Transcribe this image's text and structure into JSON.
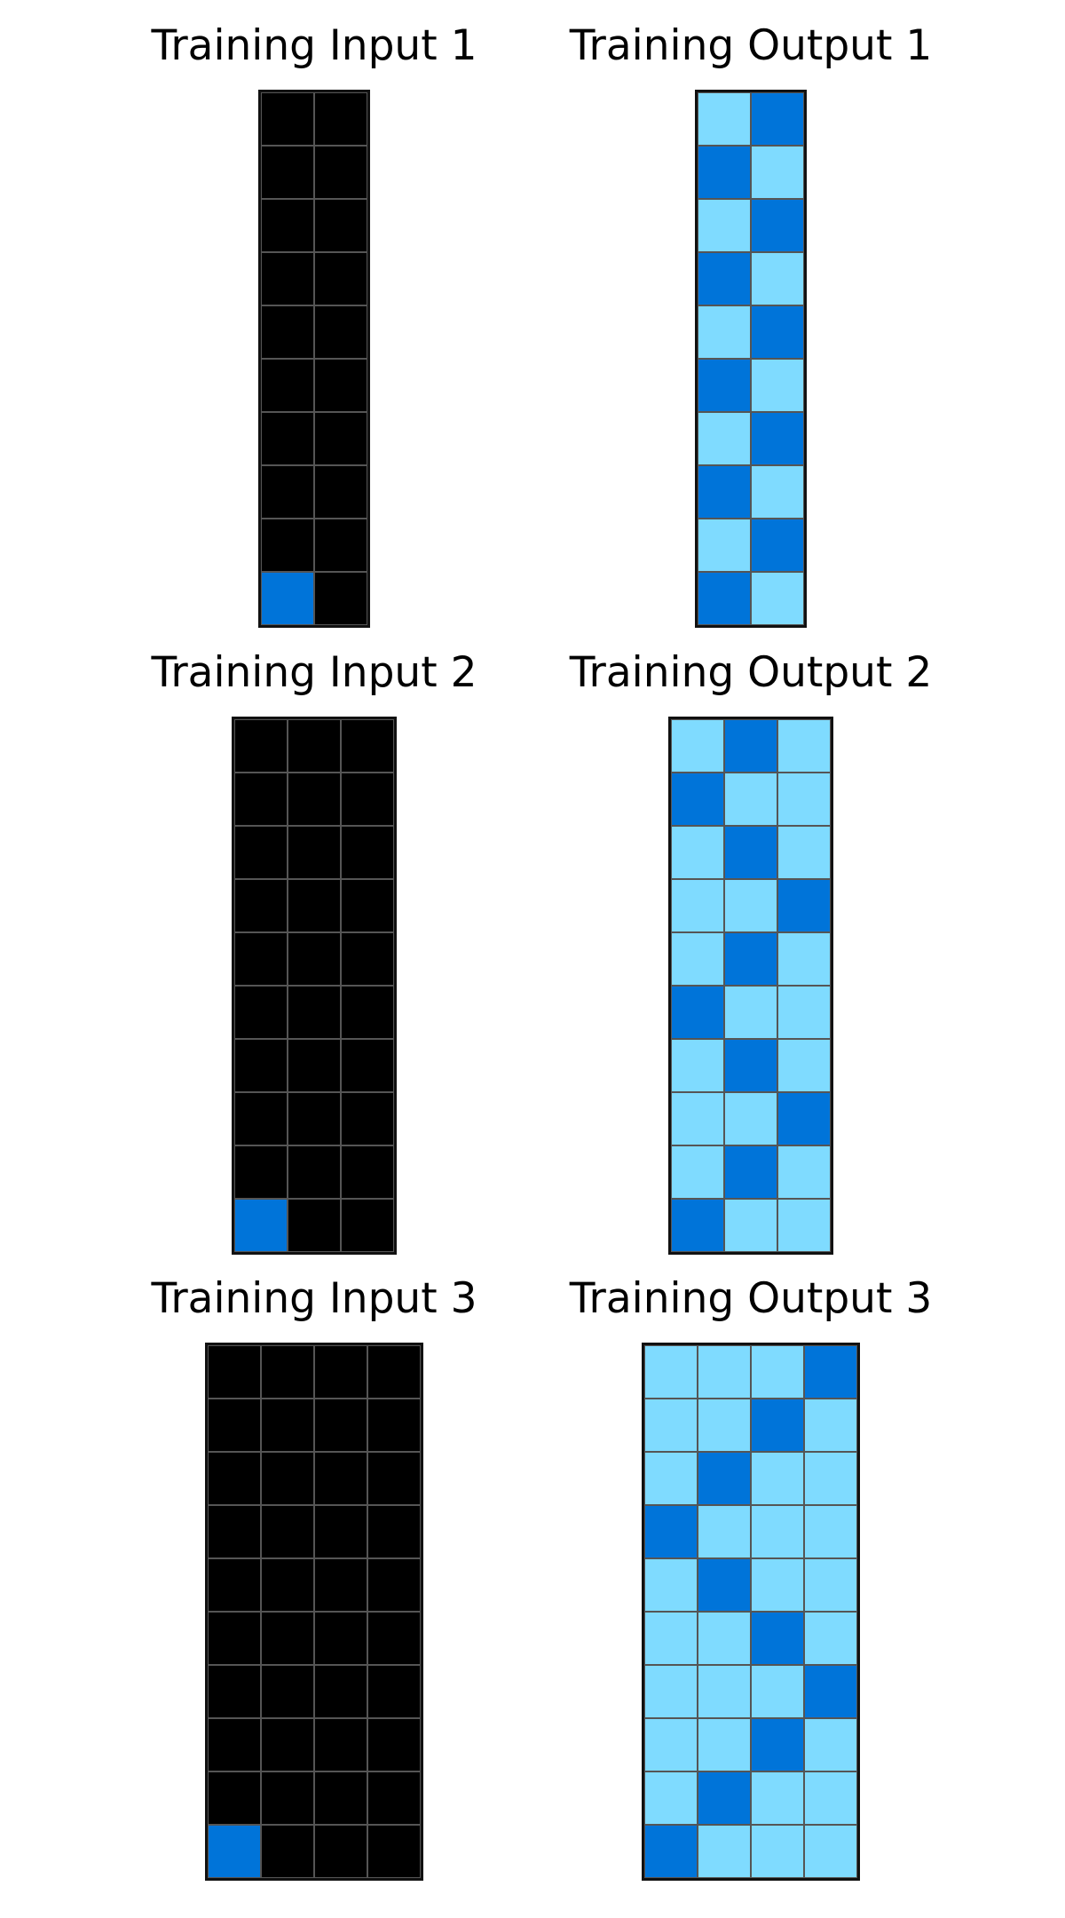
{
  "colors": {
    "0": "#000000",
    "1": "#0074D9",
    "8": "#7FDBFF"
  },
  "panels": [
    {
      "title": "Training Input 1",
      "grid": [
        [
          0,
          0
        ],
        [
          0,
          0
        ],
        [
          0,
          0
        ],
        [
          0,
          0
        ],
        [
          0,
          0
        ],
        [
          0,
          0
        ],
        [
          0,
          0
        ],
        [
          0,
          0
        ],
        [
          0,
          0
        ],
        [
          1,
          0
        ]
      ]
    },
    {
      "title": "Training Output 1",
      "grid": [
        [
          8,
          1
        ],
        [
          1,
          8
        ],
        [
          8,
          1
        ],
        [
          1,
          8
        ],
        [
          8,
          1
        ],
        [
          1,
          8
        ],
        [
          8,
          1
        ],
        [
          1,
          8
        ],
        [
          8,
          1
        ],
        [
          1,
          8
        ]
      ]
    },
    {
      "title": "Training Input 2",
      "grid": [
        [
          0,
          0,
          0
        ],
        [
          0,
          0,
          0
        ],
        [
          0,
          0,
          0
        ],
        [
          0,
          0,
          0
        ],
        [
          0,
          0,
          0
        ],
        [
          0,
          0,
          0
        ],
        [
          0,
          0,
          0
        ],
        [
          0,
          0,
          0
        ],
        [
          0,
          0,
          0
        ],
        [
          1,
          0,
          0
        ]
      ]
    },
    {
      "title": "Training Output 2",
      "grid": [
        [
          8,
          1,
          8
        ],
        [
          1,
          8,
          8
        ],
        [
          8,
          1,
          8
        ],
        [
          8,
          8,
          1
        ],
        [
          8,
          1,
          8
        ],
        [
          1,
          8,
          8
        ],
        [
          8,
          1,
          8
        ],
        [
          8,
          8,
          1
        ],
        [
          8,
          1,
          8
        ],
        [
          1,
          8,
          8
        ]
      ]
    },
    {
      "title": "Training Input 3",
      "grid": [
        [
          0,
          0,
          0,
          0
        ],
        [
          0,
          0,
          0,
          0
        ],
        [
          0,
          0,
          0,
          0
        ],
        [
          0,
          0,
          0,
          0
        ],
        [
          0,
          0,
          0,
          0
        ],
        [
          0,
          0,
          0,
          0
        ],
        [
          0,
          0,
          0,
          0
        ],
        [
          0,
          0,
          0,
          0
        ],
        [
          0,
          0,
          0,
          0
        ],
        [
          1,
          0,
          0,
          0
        ]
      ]
    },
    {
      "title": "Training Output 3",
      "grid": [
        [
          8,
          8,
          8,
          1
        ],
        [
          8,
          8,
          1,
          8
        ],
        [
          8,
          1,
          8,
          8
        ],
        [
          1,
          8,
          8,
          8
        ],
        [
          8,
          1,
          8,
          8
        ],
        [
          8,
          8,
          1,
          8
        ],
        [
          8,
          8,
          8,
          1
        ],
        [
          8,
          8,
          1,
          8
        ],
        [
          8,
          1,
          8,
          8
        ],
        [
          1,
          8,
          8,
          8
        ]
      ]
    }
  ]
}
